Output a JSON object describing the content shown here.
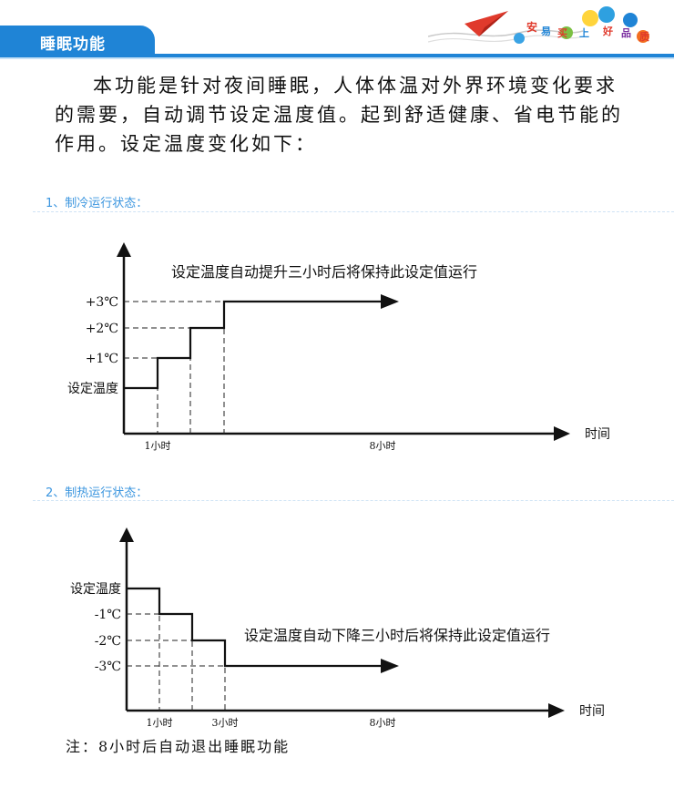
{
  "header": {
    "title": "睡眠功能",
    "decor_text": [
      "安",
      "易",
      "买",
      "上",
      "好",
      "品",
      "质"
    ]
  },
  "intro": {
    "text": "本功能是针对夜间睡眠，人体体温对外界环境变化要求的需要，自动调节设定温度值。起到舒适健康、省电节能的作用。设定温度变化如下："
  },
  "colors": {
    "accent": "#1f84d6",
    "section_title": "#3a95df"
  },
  "sections": {
    "cooling": {
      "title": "1、制冷运行状态："
    },
    "heating": {
      "title": "2、制热运行状态："
    }
  },
  "chart_data": [
    {
      "type": "line",
      "ylabels": [
        "设定温度",
        "+1℃",
        "+2℃",
        "+3℃"
      ],
      "xlabel": "时间",
      "xticks": [
        {
          "x": 1,
          "label": "1小时"
        },
        {
          "x": 8,
          "label": "8小时"
        }
      ],
      "annotation": "设定温度自动提升三小时后将保持此设定值运行",
      "steps": [
        {
          "from": 0,
          "to": 1,
          "level": 0
        },
        {
          "from": 1,
          "to": 2,
          "level": 1
        },
        {
          "from": 2,
          "to": 3,
          "level": 2
        },
        {
          "from": 3,
          "to": 8,
          "level": 3
        }
      ]
    },
    {
      "type": "line",
      "ylabels": [
        "设定温度",
        "-1℃",
        "-2℃",
        "-3℃"
      ],
      "xlabel": "时间",
      "xticks": [
        {
          "x": 1,
          "label": "1小时"
        },
        {
          "x": 3,
          "label": "3小时"
        },
        {
          "x": 8,
          "label": "8小时"
        }
      ],
      "annotation": "设定温度自动下降三小时后将保持此设定值运行",
      "steps": [
        {
          "from": 0,
          "to": 1,
          "level": 0
        },
        {
          "from": 1,
          "to": 2,
          "level": -1
        },
        {
          "from": 2,
          "to": 3,
          "level": -2
        },
        {
          "from": 3,
          "to": 8,
          "level": -3
        }
      ]
    }
  ],
  "note": "注：8小时后自动退出睡眠功能"
}
